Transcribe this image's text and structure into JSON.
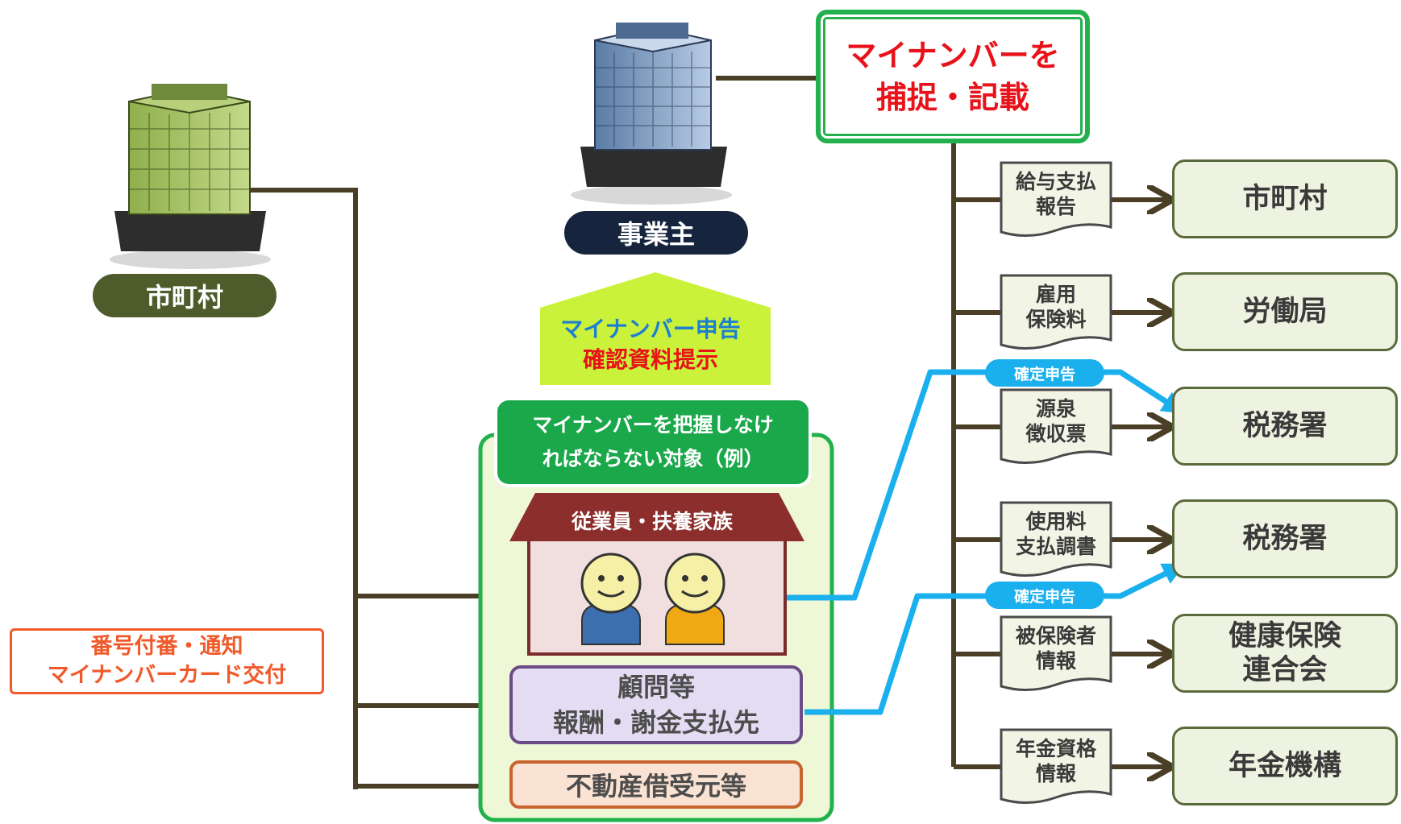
{
  "city": {
    "label": "市町村"
  },
  "employer": {
    "label": "事業主"
  },
  "notice": {
    "line1": "番号付番・通知",
    "line2": "マイナンバーカード交付"
  },
  "capture": {
    "line1": "マイナンバーを",
    "line2": "捕捉・記載"
  },
  "declaration": {
    "line1": "マイナンバー申告",
    "line2": "確認資料提示"
  },
  "targets": {
    "title_line1": "マイナンバーを把握しなけ",
    "title_line2": "ればならない対象（例）",
    "employees": "従業員・扶養家族",
    "adviser_line1": "顧問等",
    "adviser_line2": "報酬・謝金支払先",
    "real_estate": "不動産借受元等"
  },
  "kakutei_label": "確定申告",
  "documents": [
    {
      "line1": "給与支払",
      "line2": "報告"
    },
    {
      "line1": "雇用",
      "line2": "保険料"
    },
    {
      "line1": "源泉",
      "line2": "徴収票"
    },
    {
      "line1": "使用料",
      "line2": "支払調書"
    },
    {
      "line1": "被保険者",
      "line2": "情報"
    },
    {
      "line1": "年金資格",
      "line2": "情報"
    }
  ],
  "agencies": [
    {
      "line1": "市町村",
      "line2": ""
    },
    {
      "line1": "労働局",
      "line2": ""
    },
    {
      "line1": "税務署",
      "line2": ""
    },
    {
      "line1": "税務署",
      "line2": ""
    },
    {
      "line1": "健康保険",
      "line2": "連合会"
    },
    {
      "line1": "年金機構",
      "line2": ""
    }
  ],
  "colors": {
    "connector": "#4a3e26",
    "tax_arrow": "#1ab0ee",
    "capture_border": "#22b14c",
    "notice": "#f05a2a"
  }
}
